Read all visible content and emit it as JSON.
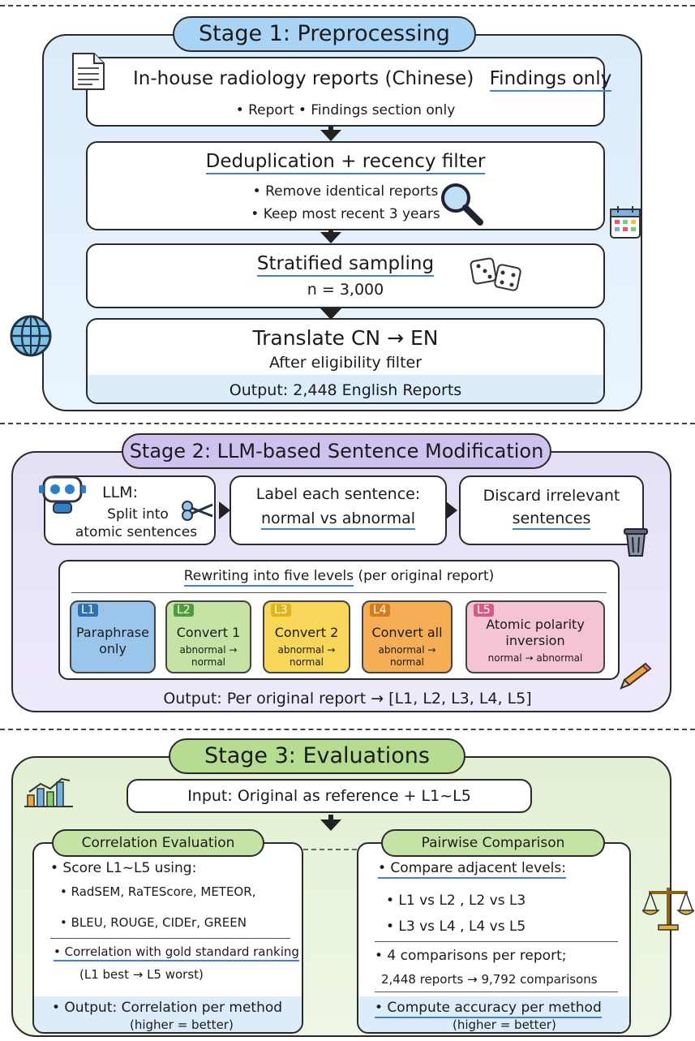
{
  "stage1": {
    "title": "Stage 1: Preprocessing",
    "box1": {
      "title": "In-house radiology reports (Chinese)",
      "tag": "Findings only",
      "bullet": "• Report • Findings section only"
    },
    "box2": {
      "title": "Deduplication + recency filter",
      "bullet1": "• Remove identical reports",
      "bullet2": "• Keep most recent 3 years"
    },
    "box3": {
      "title": "Stratified sampling",
      "value": "n = 3,000"
    },
    "box4": {
      "title": "Translate CN → EN",
      "subtitle": "After eligibility filter",
      "output": "Output: 2,448 English Reports"
    }
  },
  "stage2": {
    "title": "Stage 2: LLM-based Sentence Modification",
    "llm_label": "LLM:",
    "llm_text1": "Split into",
    "llm_text2": "atomic sentences",
    "label_line1": "Label each sentence:",
    "label_line2": "normal vs abnormal",
    "discard_line1": "Discard irrelevant",
    "discard_line2": "sentences",
    "rewrite_title": "Rewriting into five levels",
    "rewrite_note": "(per original report)",
    "levels": [
      {
        "tag": "L1",
        "main1": "Paraphrase",
        "main2": "only",
        "sub1": "",
        "sub2": ""
      },
      {
        "tag": "L2",
        "main1": "Convert 1",
        "main2": "",
        "sub1": "abnormal →",
        "sub2": "normal"
      },
      {
        "tag": "L3",
        "main1": "Convert 2",
        "main2": "",
        "sub1": "abnormal →",
        "sub2": "normal"
      },
      {
        "tag": "L4",
        "main1": "Convert all",
        "main2": "",
        "sub1": "abnormal →",
        "sub2": "normal"
      },
      {
        "tag": "L5",
        "main1": "Atomic polarity",
        "main2": "inversion",
        "sub1": "normal → abnormal",
        "sub2": ""
      }
    ],
    "output": "Output: Per original report → [L1, L2, L3, L4, L5]"
  },
  "stage3": {
    "title": "Stage 3: Evaluations",
    "input": "Input: Original as reference + L1~L5",
    "left": {
      "heading": "Correlation Evaluation",
      "b1": "• Score L1~L5 using:",
      "b2": "• RadSEM, RaTEScore, METEOR,",
      "b3": "• BLEU, ROUGE, CIDEr, GREEN",
      "b4": "• Correlation with gold standard ranking",
      "b5": "(L1 best → L5 worst)",
      "out1": "• Output: Correlation per method",
      "out2": "(higher = better)"
    },
    "right": {
      "heading": "Pairwise Comparison",
      "b1": "• Compare adjacent levels:",
      "b2": "• L1 vs L2 ,  L2 vs L3",
      "b3": "• L3 vs L4 ,  L4 vs L5",
      "b4": "• 4 comparisons per report;",
      "b5": "2,448 reports → 9,792 comparisons",
      "out1": "• Compute accuracy per method",
      "out2": "(higher = better)"
    }
  },
  "colors": {
    "stage1": "#a9d4f5",
    "stage2": "#cfc2ef",
    "stage3": "#b6dc92",
    "underline": "#3b82d6"
  },
  "icons": [
    "document-icon",
    "magnifier-icon",
    "calendar-icon",
    "dice-icon",
    "globe-icon",
    "robot-icon",
    "scissors-icon",
    "trash-icon",
    "pencil-icon",
    "chart-icon",
    "scale-icon"
  ]
}
